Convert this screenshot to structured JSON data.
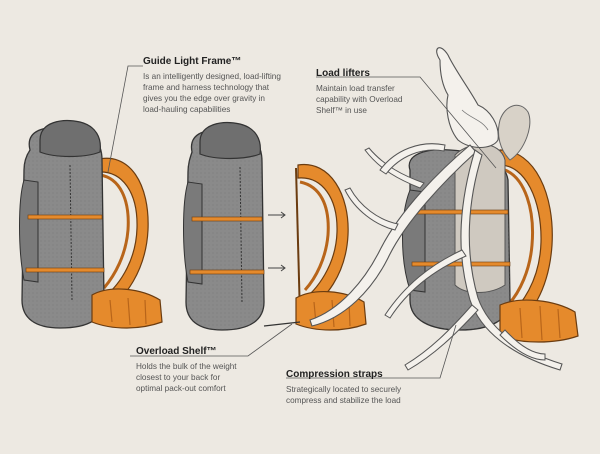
{
  "callouts": {
    "guide_light_frame": {
      "title": "Guide Light Frame™",
      "lines": [
        "Is an intelligently designed, load-lifting",
        "frame and harness technology that",
        "gives you the edge over gravity in",
        "load-hauling capabilities"
      ]
    },
    "load_lifters": {
      "title": "Load lifters",
      "lines": [
        "Maintain load transfer",
        "capability with Overload",
        "Shelf™ in use"
      ]
    },
    "overload_shelf": {
      "title": "Overload Shelf™",
      "lines": [
        "Holds the bulk of the weight",
        "closest to your back for",
        "optimal pack-out comfort"
      ]
    },
    "compression_straps": {
      "title": "Compression straps",
      "lines": [
        "Strategically located to securely",
        "compress and stabilize the load"
      ]
    }
  },
  "colors": {
    "background": "#ede9e2",
    "pack_gray": "#8a8a8a",
    "pack_dark": "#4a4a4a",
    "frame_orange": "#e58a2c",
    "frame_orange_dark": "#b8651a",
    "leader_line": "#555555",
    "antler": "#f4f1ec"
  }
}
